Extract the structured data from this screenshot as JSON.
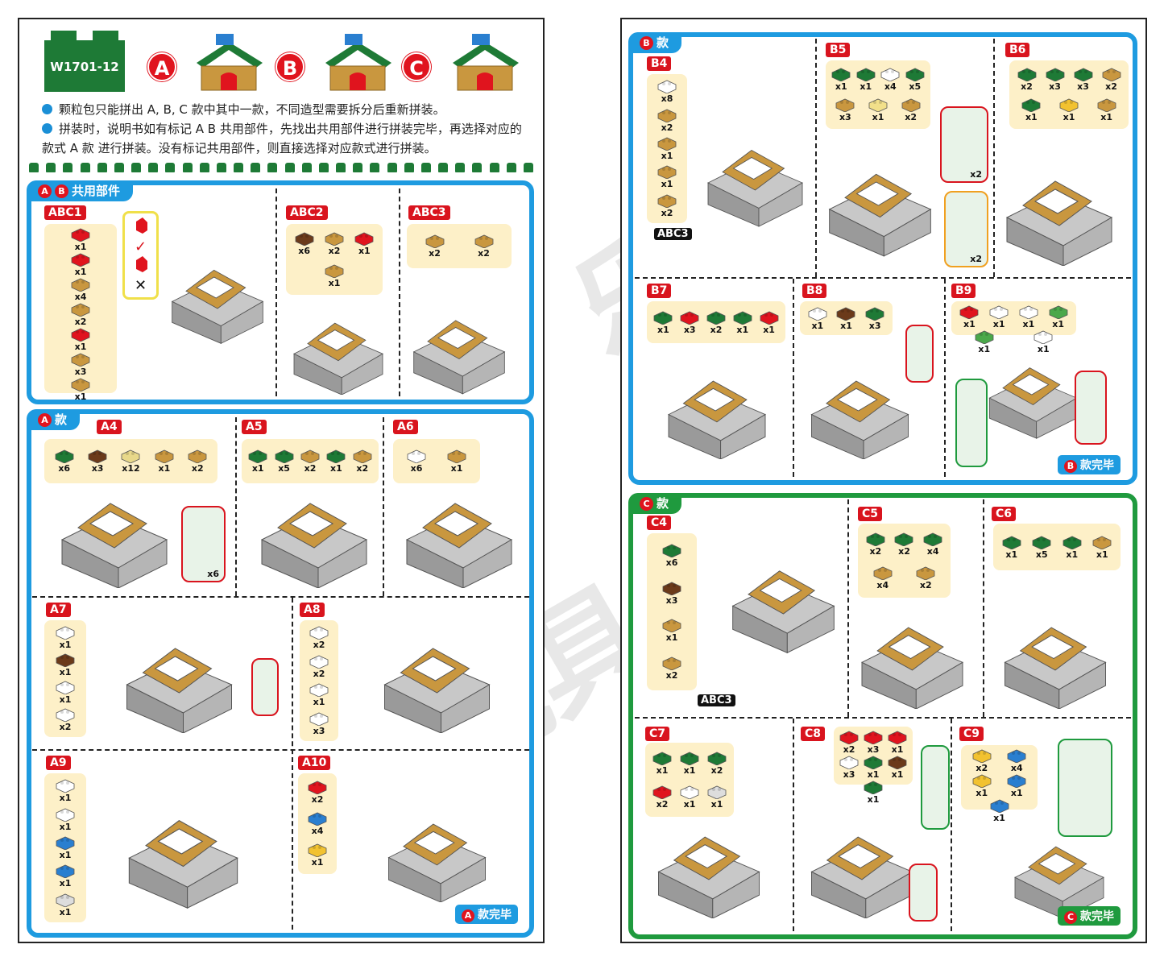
{
  "model_code": "W1701-12",
  "variants": [
    "A",
    "B",
    "C"
  ],
  "notes": [
    "颗粒包只能拼出 A, B, C 款中其中一款，不同造型需要拆分后重新拼装。",
    "拼装时，说明书如有标记 A B 共用部件，先找出共用部件进行拼装完毕，再选择对应的款式 A 款 进行拼装。没有标记共用部件，则直接选择对应款式进行拼装。"
  ],
  "colors": {
    "blue_frame": "#1e9be0",
    "green_frame": "#1f9a3e",
    "step_label": "#d9141e",
    "parts_bg": "#fdf0c8",
    "tan": "#c9973f",
    "dark_green": "#1e7a36",
    "red": "#e0141e",
    "gray": "#a9a9a9"
  },
  "sections": {
    "common": {
      "badge": [
        "A",
        "B"
      ],
      "title": "共用部件"
    },
    "a": {
      "badge": "A",
      "title": "款",
      "finish": "款完毕"
    },
    "b": {
      "badge": "B",
      "title": "款",
      "finish": "款完毕"
    },
    "c": {
      "badge": "C",
      "title": "款",
      "finish": "款完毕"
    }
  },
  "choice_marks": {
    "right": "✓",
    "wrong": "✕"
  },
  "reference_label": "ABC3",
  "watermark": "乐乐玩具",
  "steps": {
    "ABC1": {
      "label": "ABC1",
      "parts": [
        [
          "#e0141e",
          "x1"
        ],
        [
          "#e0141e",
          "x1"
        ],
        [
          "#c9973f",
          "x4"
        ],
        [
          "#c9973f",
          "x2"
        ],
        [
          "#e0141e",
          "x1"
        ],
        [
          "#c9973f",
          "x3"
        ],
        [
          "#c9973f",
          "x1"
        ]
      ]
    },
    "ABC2": {
      "label": "ABC2",
      "parts": [
        [
          "#6b3a1a",
          "x6"
        ],
        [
          "#c9973f",
          "x2"
        ],
        [
          "#e0141e",
          "x1"
        ],
        [
          "#c9973f",
          "x1"
        ]
      ]
    },
    "ABC3": {
      "label": "ABC3",
      "parts": [
        [
          "#c9973f",
          "x2"
        ],
        [
          "#c9973f",
          "x2"
        ]
      ]
    },
    "A4": {
      "label": "A4",
      "parts": [
        [
          "#1e7a36",
          "x6"
        ],
        [
          "#6b3a1a",
          "x3"
        ],
        [
          "#e8d88a",
          "x12"
        ],
        [
          "#c9973f",
          "x1"
        ],
        [
          "#c9973f",
          "x2"
        ]
      ],
      "callout": "x6"
    },
    "A5": {
      "label": "A5",
      "parts": [
        [
          "#1e7a36",
          "x1"
        ],
        [
          "#1e7a36",
          "x5"
        ],
        [
          "#c9973f",
          "x2"
        ],
        [
          "#1e7a36",
          "x1"
        ],
        [
          "#c9973f",
          "x2"
        ]
      ]
    },
    "A6": {
      "label": "A6",
      "parts": [
        [
          "#ffffff",
          "x6"
        ],
        [
          "#c9973f",
          "x1"
        ]
      ]
    },
    "A7": {
      "label": "A7",
      "parts": [
        [
          "#ffffff",
          "x1"
        ],
        [
          "#6b3a1a",
          "x1"
        ],
        [
          "#ffffff",
          "x1"
        ],
        [
          "#ffffff",
          "x2"
        ]
      ]
    },
    "A8": {
      "label": "A8",
      "parts": [
        [
          "#ffffff",
          "x2"
        ],
        [
          "#ffffff",
          "x2"
        ],
        [
          "#ffffff",
          "x1"
        ],
        [
          "#ffffff",
          "x3"
        ]
      ]
    },
    "A9": {
      "label": "A9",
      "parts": [
        [
          "#ffffff",
          "x1"
        ],
        [
          "#ffffff",
          "x1"
        ],
        [
          "#2a7fd0",
          "x1"
        ],
        [
          "#2a7fd0",
          "x1"
        ],
        [
          "#dddddd",
          "x1"
        ]
      ]
    },
    "A10": {
      "label": "A10",
      "parts": [
        [
          "#e0141e",
          "x2"
        ],
        [
          "#2a7fd0",
          "x4"
        ],
        [
          "#f2c230",
          "x1"
        ]
      ]
    },
    "B4": {
      "label": "B4",
      "parts": [
        [
          "#ffffff",
          "x8"
        ],
        [
          "#c9973f",
          "x2"
        ],
        [
          "#c9973f",
          "x1"
        ],
        [
          "#c9973f",
          "x1"
        ],
        [
          "#c9973f",
          "x2"
        ]
      ]
    },
    "B5": {
      "label": "B5",
      "parts": [
        [
          "#1e7a36",
          "x1"
        ],
        [
          "#1e7a36",
          "x1"
        ],
        [
          "#ffffff",
          "x4"
        ],
        [
          "#1e7a36",
          "x5"
        ],
        [
          "#c9973f",
          "x3"
        ],
        [
          "#f2e08a",
          "x1"
        ],
        [
          "#c9973f",
          "x2"
        ]
      ],
      "callouts": [
        "x2",
        "x2"
      ]
    },
    "B6": {
      "label": "B6",
      "parts": [
        [
          "#1e7a36",
          "x2"
        ],
        [
          "#1e7a36",
          "x3"
        ],
        [
          "#1e7a36",
          "x3"
        ],
        [
          "#c9973f",
          "x2"
        ],
        [
          "#1e7a36",
          "x1"
        ],
        [
          "#f2c230",
          "x1"
        ],
        [
          "#c9973f",
          "x1"
        ]
      ]
    },
    "B7": {
      "label": "B7",
      "parts": [
        [
          "#1e7a36",
          "x1"
        ],
        [
          "#e0141e",
          "x3"
        ],
        [
          "#1e7a36",
          "x2"
        ],
        [
          "#1e7a36",
          "x1"
        ],
        [
          "#e0141e",
          "x1"
        ]
      ]
    },
    "B8": {
      "label": "B8",
      "parts": [
        [
          "#ffffff",
          "x1"
        ],
        [
          "#6b3a1a",
          "x1"
        ],
        [
          "#1e7a36",
          "x3"
        ]
      ]
    },
    "B9": {
      "label": "B9",
      "parts": [
        [
          "#e0141e",
          "x1"
        ],
        [
          "#ffffff",
          "x1"
        ],
        [
          "#ffffff",
          "x1"
        ],
        [
          "#4aa84a",
          "x1"
        ],
        [
          "#4aa84a",
          "x1"
        ],
        [
          "#ffffff",
          "x1"
        ]
      ]
    },
    "C4": {
      "label": "C4",
      "parts": [
        [
          "#1e7a36",
          "x6"
        ],
        [
          "#6b3a1a",
          "x3"
        ],
        [
          "#c9973f",
          "x1"
        ],
        [
          "#c9973f",
          "x2"
        ]
      ]
    },
    "C5": {
      "label": "C5",
      "parts": [
        [
          "#1e7a36",
          "x2"
        ],
        [
          "#1e7a36",
          "x2"
        ],
        [
          "#1e7a36",
          "x4"
        ],
        [
          "#c9973f",
          "x4"
        ],
        [
          "#c9973f",
          "x2"
        ]
      ]
    },
    "C6": {
      "label": "C6",
      "parts": [
        [
          "#1e7a36",
          "x1"
        ],
        [
          "#1e7a36",
          "x5"
        ],
        [
          "#1e7a36",
          "x1"
        ],
        [
          "#c9973f",
          "x1"
        ]
      ]
    },
    "C7": {
      "label": "C7",
      "parts": [
        [
          "#1e7a36",
          "x1"
        ],
        [
          "#1e7a36",
          "x1"
        ],
        [
          "#1e7a36",
          "x2"
        ],
        [
          "#e0141e",
          "x2"
        ],
        [
          "#ffffff",
          "x1"
        ],
        [
          "#dddddd",
          "x1"
        ]
      ]
    },
    "C8": {
      "label": "C8",
      "parts": [
        [
          "#e0141e",
          "x2"
        ],
        [
          "#e0141e",
          "x3"
        ],
        [
          "#e0141e",
          "x1"
        ],
        [
          "#ffffff",
          "x3"
        ],
        [
          "#1e7a36",
          "x1"
        ],
        [
          "#6b3a1a",
          "x1"
        ],
        [
          "#1e7a36",
          "x1"
        ]
      ]
    },
    "C9": {
      "label": "C9",
      "parts": [
        [
          "#f2c230",
          "x2"
        ],
        [
          "#2a7fd0",
          "x4"
        ],
        [
          "#f2c230",
          "x1"
        ],
        [
          "#2a7fd0",
          "x1"
        ],
        [
          "#2a7fd0",
          "x1"
        ]
      ]
    }
  }
}
